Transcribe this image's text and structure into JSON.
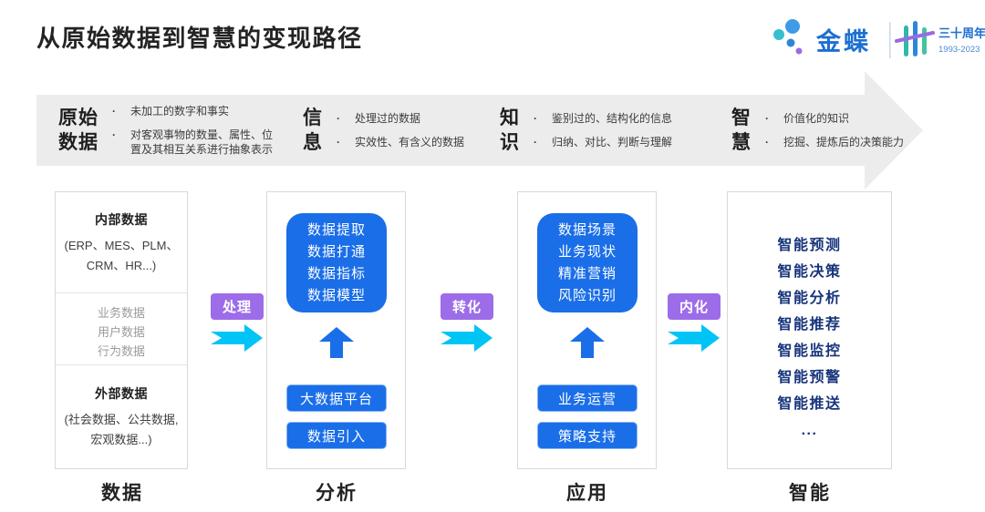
{
  "title": "从原始数据到智慧的变现路径",
  "logo": {
    "brand": "金蝶",
    "anniversary": "三十周年",
    "years": "1993-2023"
  },
  "banner": {
    "stages": [
      {
        "label_lines": [
          "原始",
          "数据"
        ],
        "bullets": [
          "未加工的数字和事实",
          "对客观事物的数量、属性、位置及其相互关系进行抽象表示"
        ]
      },
      {
        "label_lines": [
          "信",
          "息"
        ],
        "bullets": [
          "处理过的数据",
          "实效性、有含义的数据"
        ]
      },
      {
        "label_lines": [
          "知",
          "识"
        ],
        "bullets": [
          "鉴别过的、结构化的信息",
          "归纳、对比、判断与理解"
        ]
      },
      {
        "label_lines": [
          "智",
          "慧"
        ],
        "bullets": [
          "价值化的知识",
          "挖掘、提炼后的决策能力"
        ]
      }
    ]
  },
  "columns": [
    {
      "footer": "数据",
      "internal": {
        "heading": "内部数据",
        "detail_lines": [
          "(ERP、MES、PLM、",
          "CRM、HR...)"
        ]
      },
      "middle_items": [
        "业务数据",
        "用户数据",
        "行为数据"
      ],
      "external": {
        "heading": "外部数据",
        "detail_lines": [
          "(社会数据、公共数据,",
          "宏观数据...)"
        ]
      }
    },
    {
      "footer": "分析",
      "card_lines": [
        "数据提取",
        "数据打通",
        "数据指标",
        "数据模型"
      ],
      "buttons": [
        "大数据平台",
        "数据引入"
      ]
    },
    {
      "footer": "应用",
      "card_lines": [
        "数据场景",
        "业务现状",
        "精准营销",
        "风险识别"
      ],
      "buttons": [
        "业务运营",
        "策略支持"
      ]
    },
    {
      "footer": "智能",
      "items": [
        "智能预测",
        "智能决策",
        "智能分析",
        "智能推荐",
        "智能监控",
        "智能预警",
        "智能推送",
        "..."
      ]
    }
  ],
  "connectors": [
    {
      "label": "处理"
    },
    {
      "label": "转化"
    },
    {
      "label": "内化"
    }
  ],
  "colors": {
    "accent_blue": "#1a6ee8",
    "cyan_arrow": "#00c4f5",
    "purple_label": "#9c6ce9",
    "navy_text": "#17347b",
    "banner_gray": "#ececec",
    "brand_blue": "#1c6fd2"
  }
}
